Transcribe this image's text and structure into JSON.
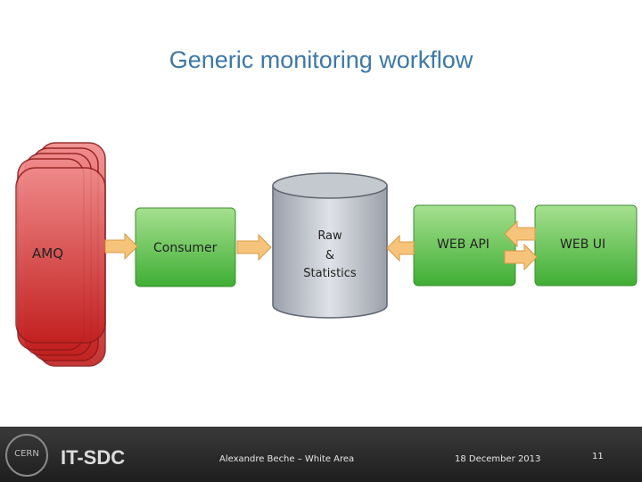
{
  "title": "Generic monitoring workflow",
  "nodes": {
    "amq": "AMQ",
    "consumer": "Consumer",
    "db_line1": "Raw",
    "db_line2": "&",
    "db_line3": "Statistics",
    "web_api": "WEB API",
    "web_ui": "WEB UI"
  },
  "footer": {
    "logo_text": "CERN",
    "brand": "IT-SDC",
    "author": "Alexandre Beche – White Area",
    "date": "18 December 2013",
    "page": "11"
  },
  "colors": {
    "title": "#3d78a8",
    "green_box": "#63c54e",
    "amq_red": "#d73a3a",
    "arrow": "#f6c37a",
    "db": "#c9cdd4"
  }
}
